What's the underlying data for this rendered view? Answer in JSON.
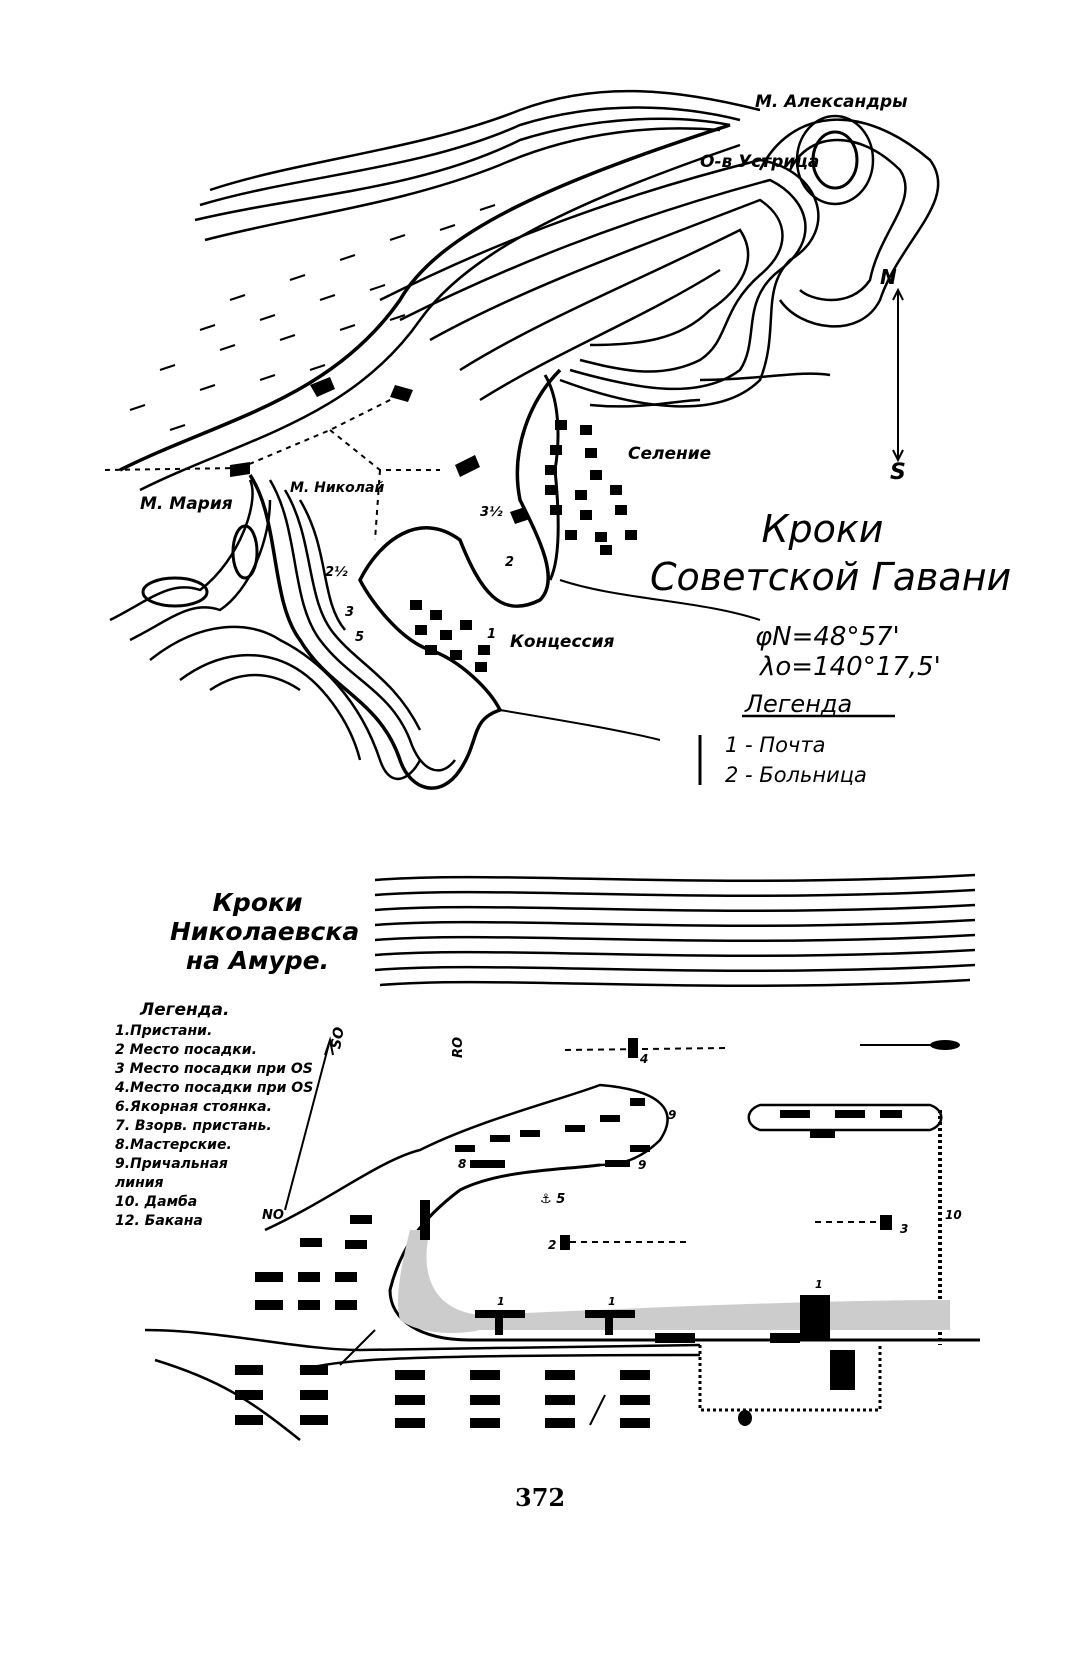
{
  "map_top": {
    "title_line1": "Кроки",
    "title_line2": "Советской Гавани",
    "latitude": "φN=48°57'",
    "longitude": "λo=140°17,5'",
    "legend_title": "Легенда",
    "legend_items": [
      "1 - Почта",
      "2 - Больница"
    ],
    "places": {
      "cape_alexandra": "М. Александры",
      "oyster_island": "О-в Устрица",
      "village": "Селение",
      "cape_maria": "М. Мария",
      "cape_nikolai": "М. Николай",
      "concession": "Концессия"
    },
    "compass_n": "N",
    "compass_s": "S",
    "depths": [
      "3½",
      "2",
      "2½",
      "3",
      "5",
      "1"
    ]
  },
  "map_bottom": {
    "title_line1": "Кроки",
    "title_line2": "Николаевска",
    "title_line3": "на Амуре.",
    "legend_title": "Легенда.",
    "legend_items": [
      "1.Пристани.",
      "2 Место посадки.",
      "3 Место посадки при OS",
      "4.Место посадки при OS",
      "6.Якорная стоянка.",
      "7. Взорв. пристань.",
      "8.Мастерские.",
      "9.Причальная линия",
      "10. Дамба",
      "12. Бакана"
    ],
    "markers": [
      "1",
      "1",
      "1",
      "2",
      "3",
      "4",
      "5",
      "8",
      "9",
      "9",
      "10"
    ],
    "compass_labels": [
      "SO",
      "NO",
      "RO"
    ]
  },
  "page_number": "372"
}
